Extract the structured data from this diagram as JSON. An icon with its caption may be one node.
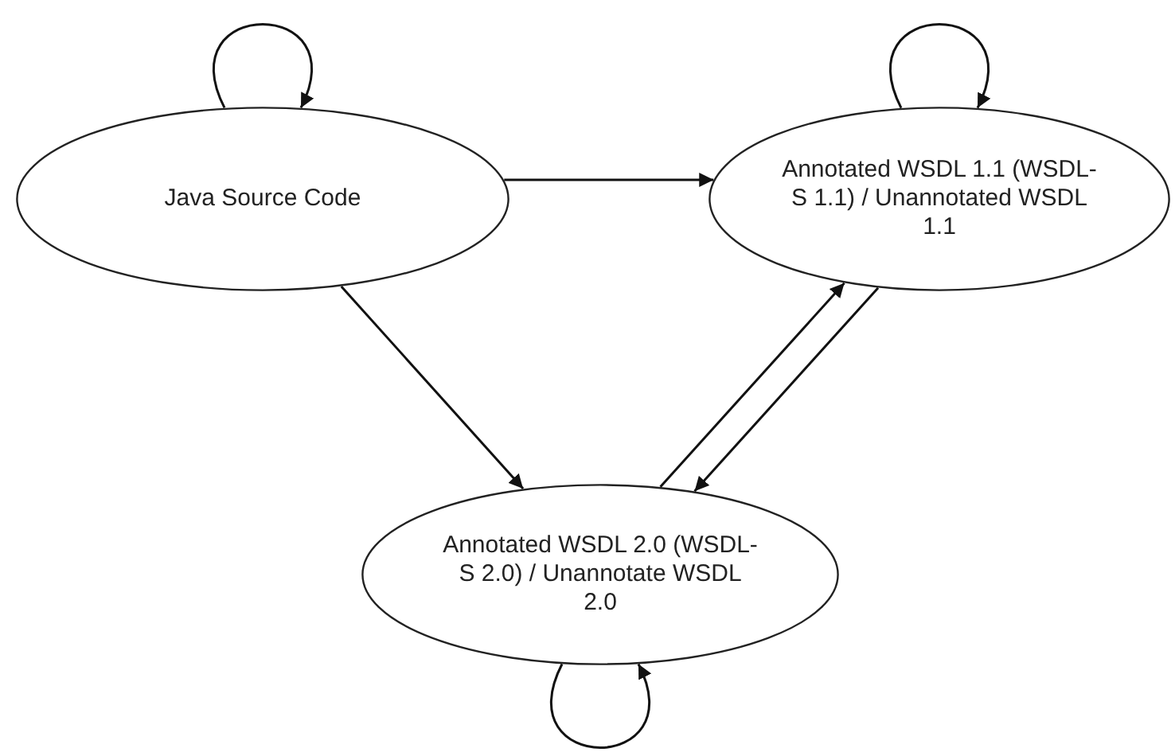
{
  "diagram": {
    "nodes": [
      {
        "text": [
          "Java Source Code"
        ]
      },
      {
        "text": [
          "Annotated WSDL 1.1 (WSDL-S 1.1) / Unannotated WSDL 1.1"
        ]
      },
      {
        "text": [
          "Annotated WSDL 2.0 (WSDL-S 2.0) / Unannotate WSDL 2.0"
        ]
      }
    ],
    "edges": [
      {
        "from": 0,
        "to": 0,
        "arrow": "to"
      },
      {
        "from": 1,
        "to": 1,
        "arrow": "to"
      },
      {
        "from": 0,
        "to": 1,
        "arrow": "to"
      },
      {
        "from": 0,
        "to": 2,
        "arrow": "to"
      },
      {
        "from": 2,
        "to": 1,
        "arrow": "to"
      },
      {
        "from": 1,
        "to": 2,
        "arrow": "to"
      },
      {
        "from": 2,
        "to": 2,
        "arrow": "to"
      }
    ]
  }
}
